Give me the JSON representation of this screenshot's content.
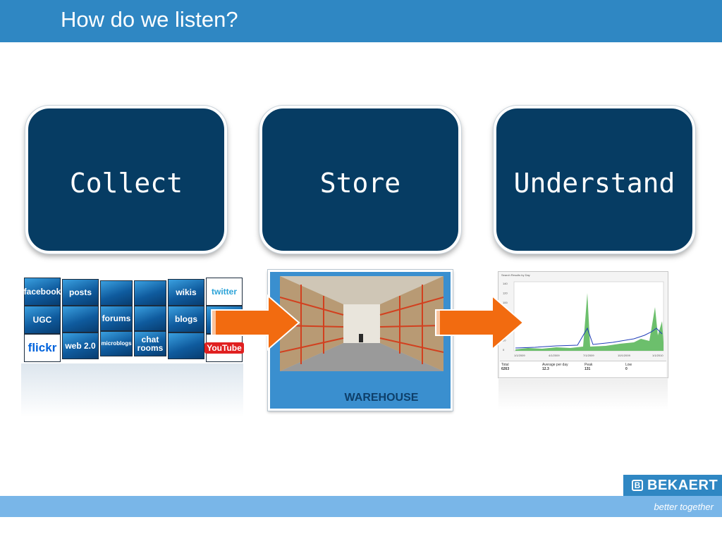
{
  "slide": {
    "title": "How do we listen?"
  },
  "steps": [
    {
      "label": "Collect"
    },
    {
      "label": "Store"
    },
    {
      "label": "Understand"
    }
  ],
  "social_wall": {
    "tiles": [
      "facebook",
      "posts",
      "wikis",
      "twitter",
      "UGC",
      "forums",
      "blogs",
      "flickr",
      "web 2.0",
      "microblogs",
      "chat rooms",
      "YouTube"
    ]
  },
  "warehouse": {
    "label": "WAREHOUSE"
  },
  "analytics": {
    "chart_title": "Search Results by Day",
    "y_ticks": [
      "140",
      "120",
      "100",
      "80",
      "60",
      "40",
      "20",
      "0"
    ],
    "x_ticks": [
      "1/1/2009",
      "4/1/2009",
      "7/1/2009",
      "10/1/2009",
      "1/1/2010"
    ],
    "stats": [
      {
        "label": "Total",
        "value": "6263"
      },
      {
        "label": "Average per day",
        "value": "12.3"
      },
      {
        "label": "Peak",
        "value": "131"
      },
      {
        "label": "Low",
        "value": "0"
      }
    ]
  },
  "brand": {
    "name": "BEKAERT",
    "mark": "B",
    "tagline": "better together"
  },
  "colors": {
    "header": "#2f87c3",
    "card": "#063c63",
    "arrow": "#f26b10",
    "footer": "#79b6e8"
  }
}
